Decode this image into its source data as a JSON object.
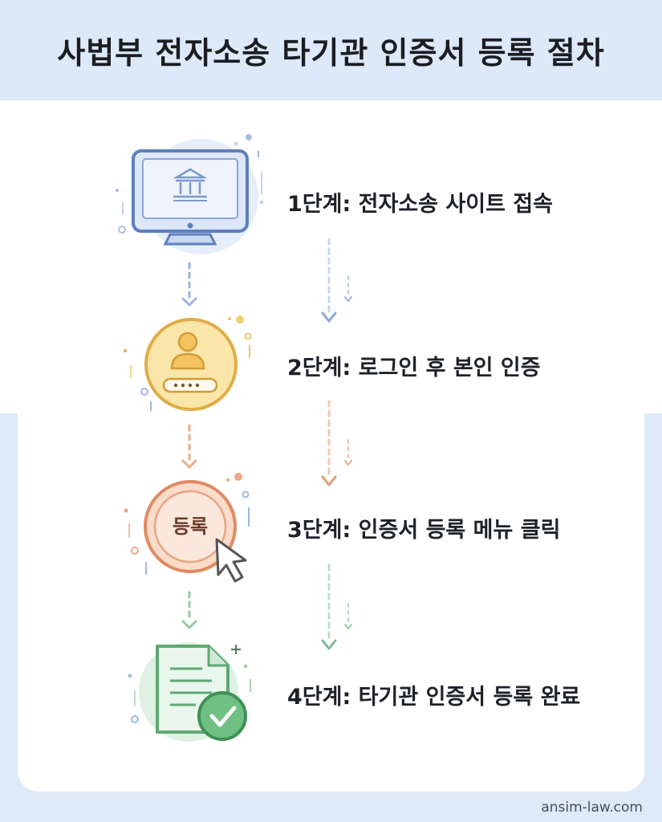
{
  "title": "사법부 전자소송 타기관 인증서 등록 절차",
  "steps": [
    {
      "label": "1단계: 전자소송 사이트 접속",
      "icon": "monitor-courthouse-icon",
      "color": "#6f93cf"
    },
    {
      "label": "2단계: 로그인 후 본인 인증",
      "icon": "user-login-icon",
      "color": "#e8b54a"
    },
    {
      "label": "3단계: 인증서 등록 메뉴 클릭",
      "icon": "register-button-click-icon",
      "color": "#e8906a",
      "button_text": "등록"
    },
    {
      "label": "4단계: 타기관 인증서 등록 완료",
      "icon": "document-check-icon",
      "color": "#6fb585"
    }
  ],
  "footer": "ansim-law.com"
}
